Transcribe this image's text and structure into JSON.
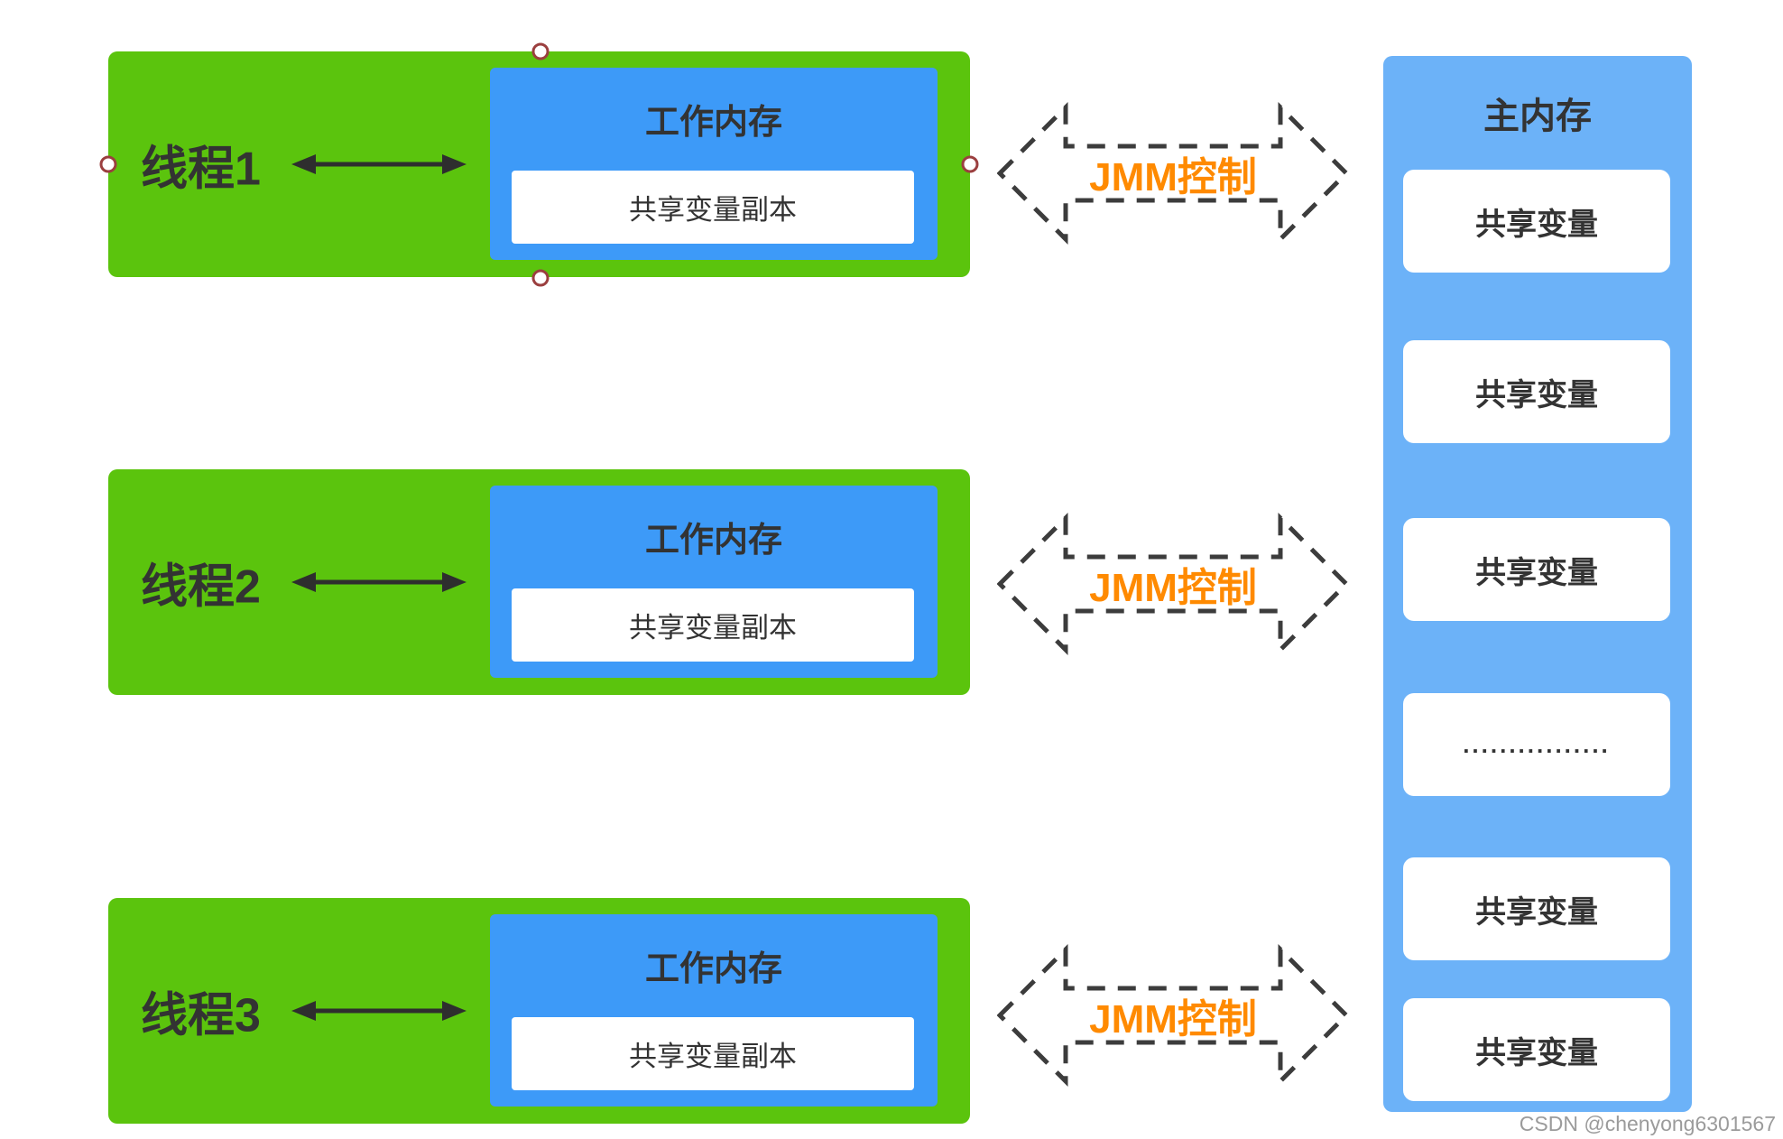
{
  "colors": {
    "thread_green": "#5BC40D",
    "working_memory_blue": "#3D9AF8",
    "main_memory_blue": "#6CB2F8",
    "accent_orange": "#FF8A00",
    "text_dark": "#333333",
    "dash_gray": "#3C3C3C",
    "arrow_black": "#2E2E2E",
    "handle_red": "#9B3F3F",
    "watermark_gray": "#9B9B9B"
  },
  "threads": [
    {
      "label": "线程1",
      "work_memory_label": "工作内存",
      "copy_label": "共享变量副本"
    },
    {
      "label": "线程2",
      "work_memory_label": "工作内存",
      "copy_label": "共享变量副本"
    },
    {
      "label": "线程3",
      "work_memory_label": "工作内存",
      "copy_label": "共享变量副本"
    }
  ],
  "jmm_arrows": [
    {
      "label": "JMM控制"
    },
    {
      "label": "JMM控制"
    },
    {
      "label": "JMM控制"
    }
  ],
  "main_memory": {
    "title": "主内存",
    "slots": [
      "共享变量",
      "共享变量",
      "共享变量",
      "................",
      "共享变量",
      "共享变量"
    ]
  },
  "watermark": "CSDN @chenyong6301567"
}
